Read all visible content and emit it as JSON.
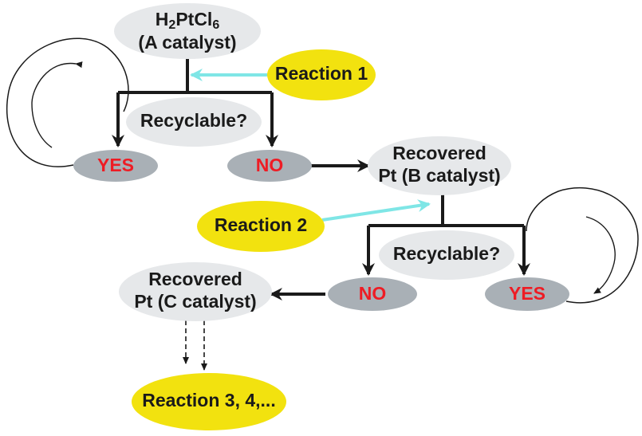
{
  "nodes": {
    "h2ptcl6": {
      "formula_parts": [
        "H",
        "2",
        "PtCl",
        "6"
      ],
      "line2": "(A catalyst)"
    },
    "reaction1": {
      "label": "Reaction 1"
    },
    "recyclable_a": {
      "label": "Recyclable?"
    },
    "yes_a": {
      "label": "YES"
    },
    "no_a": {
      "label": "NO"
    },
    "recovered_b": {
      "line1": "Recovered",
      "line2": "Pt (B catalyst)"
    },
    "reaction2": {
      "label": "Reaction 2"
    },
    "recyclable_b": {
      "label": "Recyclable?"
    },
    "no_b": {
      "label": "NO"
    },
    "yes_b": {
      "label": "YES"
    },
    "recovered_c": {
      "line1": "Recovered",
      "line2": "Pt (C catalyst)"
    },
    "reaction3": {
      "label": "Reaction 3, 4,..."
    }
  },
  "colors": {
    "ellipse_light": "#e6e8ea",
    "ellipse_gray": "#a9b0b6",
    "ellipse_yellow": "#f2e20f",
    "arrow_black": "#1a1a1a",
    "arrow_cyan": "#7fe6e6",
    "text_red": "#ee1c24",
    "text_dark": "#1a1a1a"
  }
}
